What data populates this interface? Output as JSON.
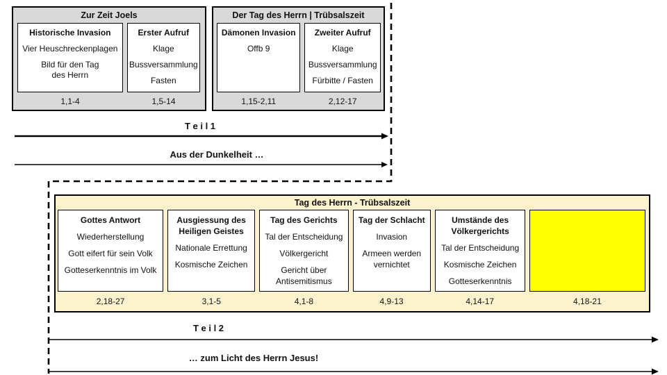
{
  "colors": {
    "section_gray": "#d9d9d9",
    "section_cream": "#fcf2ce",
    "highlight_yellow": "#ffff00",
    "line_black": "#000000"
  },
  "top_sections": [
    {
      "title": "Zur Zeit Joels",
      "boxes": [
        {
          "title": "Historische Invasion",
          "lines": [
            "Vier Heuschreckenplagen",
            "Bild für den Tag\ndes Herrn"
          ],
          "ref": "1,1-4"
        },
        {
          "title": "Erster Aufruf",
          "lines": [
            "Klage",
            "Bussversammlung",
            "Fasten"
          ],
          "ref": "1,5-14"
        }
      ]
    },
    {
      "title": "Der Tag des Herrn | Trübsalszeit",
      "boxes": [
        {
          "title": "Dämonen Invasion",
          "lines": [
            "Offb 9"
          ],
          "ref": "1,15-2,11"
        },
        {
          "title": "Zweiter Aufruf",
          "lines": [
            "Klage",
            "Bussversammlung",
            "Fürbitte / Fasten"
          ],
          "ref": "2,12-17"
        }
      ]
    }
  ],
  "part1": {
    "label": "T e i l 1",
    "phrase": "Aus der Dunkelheit …"
  },
  "bottom_section": {
    "title": "Tag des Herrn - Trübsalszeit",
    "boxes": [
      {
        "title": "Gottes Antwort",
        "lines": [
          "Wiederherstellung",
          "Gott eifert für sein Volk",
          "Gotteserkenntnis im Volk"
        ],
        "ref": "2,18-27"
      },
      {
        "title": "Ausgiessung des\nHeiligen Geistes",
        "lines": [
          "Nationale Errettung",
          "Kosmische Zeichen"
        ],
        "ref": "3,1-5"
      },
      {
        "title": "Tag des Gerichts",
        "lines": [
          "Tal der Entscheidung",
          "Völkergericht",
          "Gericht über\nAntisemitismus"
        ],
        "ref": "4,1-8"
      },
      {
        "title": "Tag der Schlacht",
        "lines": [
          "Invasion",
          "Armeen werden\nvernichtet"
        ],
        "ref": "4,9-13"
      },
      {
        "title": "Umstände des\nVölkergerichts",
        "lines": [
          "Tal der Entscheidung",
          "Kosmische Zeichen",
          "Gotteserkenntnis"
        ],
        "ref": "4,14-17"
      },
      {
        "title": "",
        "lines": [],
        "ref": "4,18-21",
        "highlight": true
      }
    ]
  },
  "part2": {
    "label": "T e i l 2",
    "phrase": "… zum Licht des Herrn Jesus!"
  }
}
